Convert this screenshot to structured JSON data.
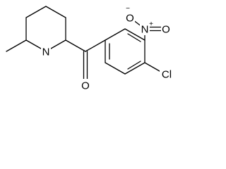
{
  "structure": {
    "atoms": {
      "ring_nitrogen": "N",
      "carbonyl_oxygen": "O",
      "nitro_nitrogen": "N",
      "nitro_nitrogen_charge": "+",
      "nitro_oxygen_single": "O",
      "nitro_oxygen_single_charge": "−",
      "nitro_oxygen_double": "O",
      "chlorine": "Cl"
    }
  }
}
